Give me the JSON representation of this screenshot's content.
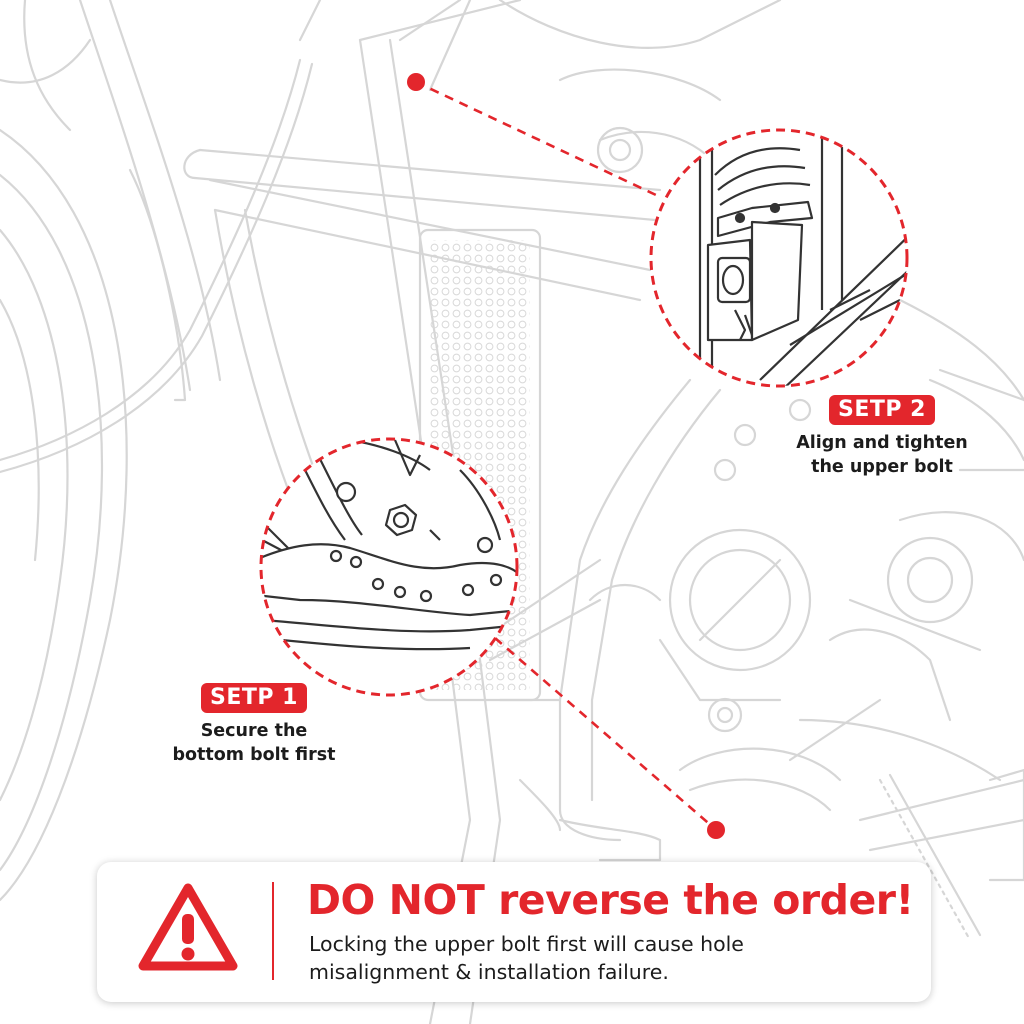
{
  "steps": [
    {
      "badge": "SETP 2",
      "line1": "Align and tighten",
      "line2": "the upper bolt"
    },
    {
      "badge": "SETP 1",
      "line1": "Secure the",
      "line2": "bottom bolt first"
    }
  ],
  "warning": {
    "title": "DO NOT reverse the order!",
    "body_line1": "Locking the upper bolt first will cause hole",
    "body_line2": "misalignment & installation failure.",
    "icon": "warning-triangle-icon"
  },
  "colors": {
    "accent": "#e3262c",
    "text": "#1c1c1c",
    "line_art": "#d6d6d6",
    "detail_line": "#333333"
  }
}
